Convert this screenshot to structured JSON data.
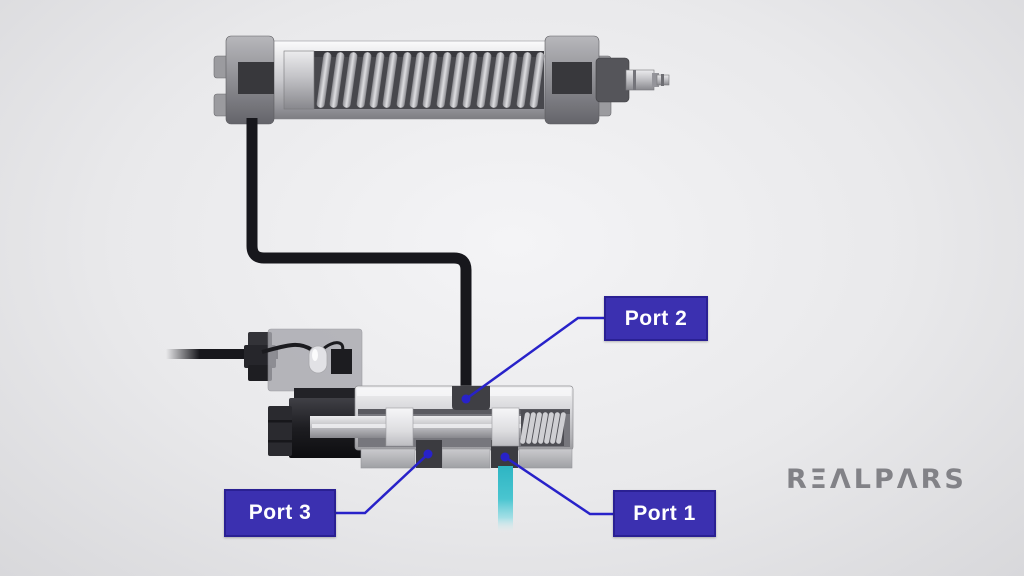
{
  "labels": {
    "port1": "Port 1",
    "port2": "Port 2",
    "port3": "Port 3"
  },
  "brand": {
    "name": "REALPARS",
    "display": "RΞΛLPΛRS"
  },
  "colors": {
    "label_bg": "#3b30b0",
    "label_border": "#2a2093",
    "label_text": "#ffffff",
    "leader_line": "#2822c9",
    "air_tube_black": "#17171c",
    "air_supply_cyan": "#2fb6c4",
    "logo_gray": "#828287",
    "background": "#e9e9eb"
  },
  "components": {
    "cylinder": "single-acting-pneumatic-cylinder-with-spring",
    "valve": "3-port-solenoid-valve-cutaway",
    "solenoid": "solenoid-coil-with-cable",
    "tube_top": "air-line-cylinder-to-port2",
    "tube_bottom": "air-supply-line-port1"
  }
}
